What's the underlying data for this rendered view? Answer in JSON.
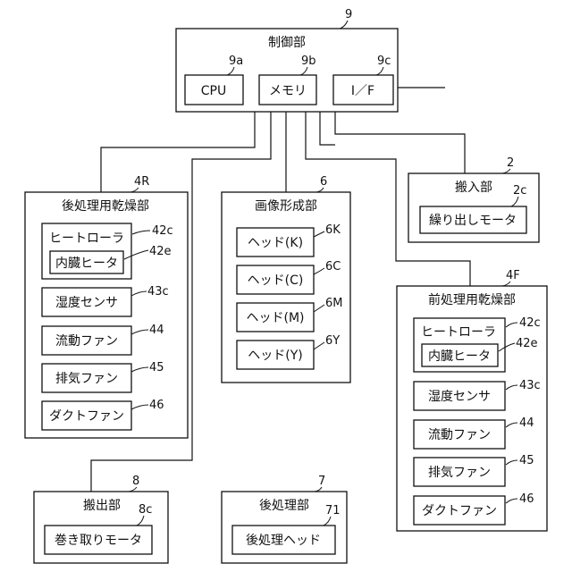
{
  "controller": {
    "ref": "9",
    "title": "制御部",
    "cpu": {
      "ref": "9a",
      "label": "CPU"
    },
    "memory": {
      "ref": "9b",
      "label": "メモリ"
    },
    "interface": {
      "ref": "9c",
      "label": "I／F"
    }
  },
  "loading_unit": {
    "ref": "2",
    "title": "搬入部",
    "motor": {
      "ref": "2c",
      "label": "繰り出しモータ"
    }
  },
  "image_forming_unit": {
    "ref": "6",
    "title": "画像形成部",
    "heads": [
      {
        "ref": "6K",
        "label": "ヘッド(K)"
      },
      {
        "ref": "6C",
        "label": "ヘッド(C)"
      },
      {
        "ref": "6M",
        "label": "ヘッド(M)"
      },
      {
        "ref": "6Y",
        "label": "ヘッド(Y)"
      }
    ]
  },
  "post_dryer": {
    "ref": "4R",
    "title": "後処理用乾燥部",
    "heat_roller": {
      "ref": "42c",
      "label": "ヒートローラ"
    },
    "internal_heater": {
      "ref": "42e",
      "label": "内臓ヒータ"
    },
    "humidity_sensor": {
      "ref": "43c",
      "label": "湿度センサ"
    },
    "flow_fan": {
      "ref": "44",
      "label": "流動ファン"
    },
    "exhaust_fan": {
      "ref": "45",
      "label": "排気ファン"
    },
    "duct_fan": {
      "ref": "46",
      "label": "ダクトファン"
    }
  },
  "pre_dryer": {
    "ref": "4F",
    "title": "前処理用乾燥部",
    "heat_roller": {
      "ref": "42c",
      "label": "ヒートローラ"
    },
    "internal_heater": {
      "ref": "42e",
      "label": "内臓ヒータ"
    },
    "humidity_sensor": {
      "ref": "43c",
      "label": "湿度センサ"
    },
    "flow_fan": {
      "ref": "44",
      "label": "流動ファン"
    },
    "exhaust_fan": {
      "ref": "45",
      "label": "排気ファン"
    },
    "duct_fan": {
      "ref": "46",
      "label": "ダクトファン"
    }
  },
  "unloading_unit": {
    "ref": "8",
    "title": "搬出部",
    "motor": {
      "ref": "8c",
      "label": "巻き取りモータ"
    }
  },
  "post_processing_unit": {
    "ref": "7",
    "title": "後処理部",
    "head": {
      "ref": "71",
      "label": "後処理ヘッド"
    }
  }
}
